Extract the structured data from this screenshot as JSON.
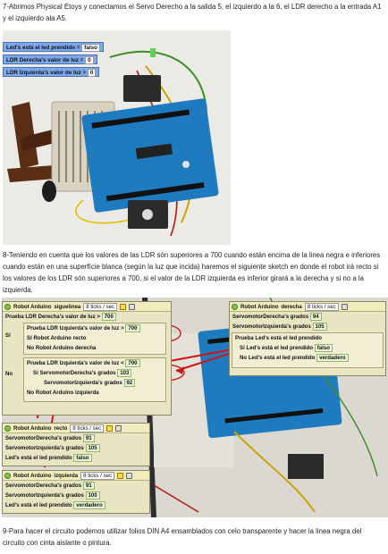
{
  "paragraphs": {
    "p7": "7-Abrimos Physical Etoys y conectamos el Servo Derecho a la salida 5, el izquierdo a la 6, el LDR derecho a la entrada A1 y el izquierdo ala A5.",
    "p8": "8-Teniendo en cuenta que los valores de las LDR són superiores a 700 cuando están encima de la linea negra e inferiores cuando están en una superfície blanca (según la luz que incida) haremos el siguiente sketch en donde el robot irá recto si los valores de los LDR són superiores a 700, si el valor de la LDR izquierda es inferior girará a la derecha y si no a la izquierda.",
    "p9": "9-Para hacer el circuito podemos utilizar folios DIN A4 ensamblados con celo transparente y hacer la linea negra del circuito con cinta aislante o pintura."
  },
  "watchers": [
    {
      "label": "Led's está el led prendido",
      "value": "falso"
    },
    {
      "label": "LDR Derecha's valor de luz",
      "value": "0"
    },
    {
      "label": "LDR Izquierda's valor de luz",
      "value": "0"
    }
  ],
  "scripts": {
    "siguelinea": {
      "robot": "Robot Arduino",
      "name": "siguelinea",
      "ticks": "8 ticks / sec",
      "test1": "Prueba",
      "test1_expr": "LDR Derecha's valor de luz",
      "test1_op": ">",
      "test1_val": "700",
      "si": "Sí",
      "no": "No",
      "test2": "Prueba",
      "test2_expr": "LDR Izquierda's valor de luz",
      "test2_op": ">",
      "test2_val": "700",
      "si_action": "Robot Arduino recto",
      "no_action": "Robot Arduino derecha",
      "test3": "Prueba",
      "test3_expr": "LDR Izquierda's valor de luz",
      "test3_op": "<",
      "test3_val": "700",
      "si2_a": "ServomotorDerecha's grados",
      "si2_a_val": "103",
      "si2_b": "ServomotorIzquierda's grados",
      "si2_b_val": "92",
      "no2_action": "Robot Arduino izquierda"
    },
    "derecha": {
      "robot": "Robot Arduino",
      "name": "derecha",
      "ticks": "8 ticks / sec",
      "r1": "ServomotorDerecha's grados",
      "r1_val": "94",
      "r2": "ServomotorIzquierda's grados",
      "r2_val": "105",
      "test": "Prueba",
      "test_expr": "Led's está el led prendido",
      "si": "Sí",
      "si_action": "Led's está el led prendido",
      "si_val": "falso",
      "no": "No",
      "no_action": "Led's está el led prendido",
      "no_val": "verdadero"
    },
    "recto": {
      "robot": "Robot Arduino",
      "name": "recto",
      "ticks": "8 ticks / sec",
      "r1": "ServomotorDerecha's grados",
      "r1_val": "91",
      "r2": "ServomotorIzquierda's grados",
      "r2_val": "105",
      "r3": "Led's está el led prendido",
      "r3_val": "falso"
    },
    "izquierda": {
      "robot": "Robot Arduino",
      "name": "izquierda",
      "ticks": "8 ticks / sec",
      "r1": "ServomotorDerecha's grados",
      "r1_val": "91",
      "r2": "ServomotorIzquierda's grados",
      "r2_val": "100",
      "r3": "Led's está el led prendido",
      "r3_val": "verdadero"
    }
  },
  "colors": {
    "board": "#1f7bbf",
    "arrow": "#d01515",
    "script_bg": "#e8e5c3",
    "watcher_bg": "#7fa8ea"
  }
}
